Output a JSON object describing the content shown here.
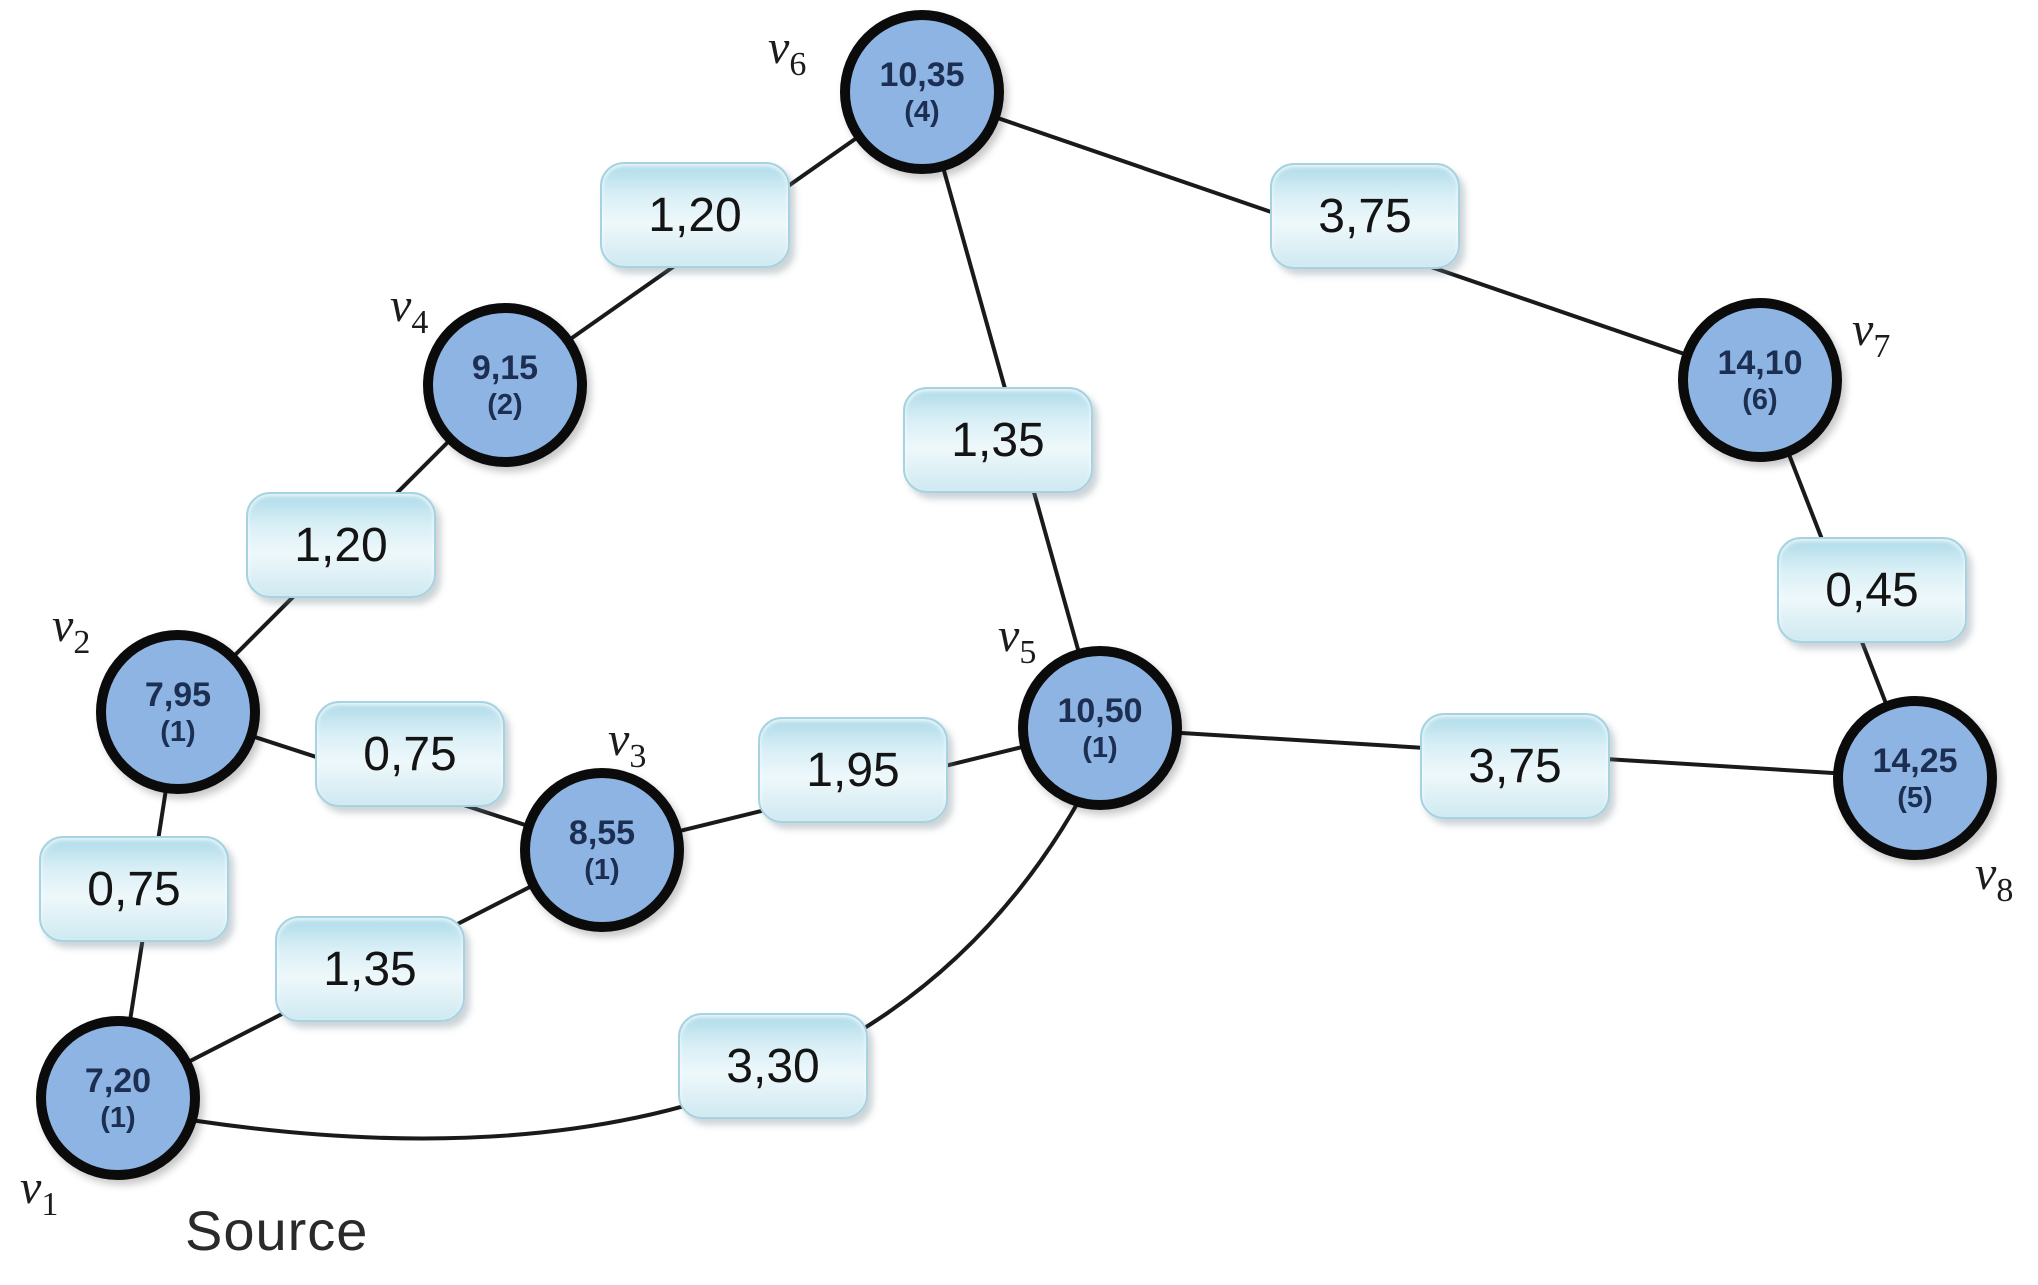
{
  "diagram": {
    "kind": "weighted-undirected-graph",
    "description": "Shortest-path style graph with 8 vertices; each vertex shows a value and a visit order, edges show weights"
  },
  "colors": {
    "node_fill": "#8db4e2",
    "node_border": "#0b0b0b",
    "node_text": "#1c2f52",
    "edge_label_fill": "#d8eff6",
    "edge_label_border": "#a6d3e1",
    "edge_line": "#1a1a1a",
    "background": "#ffffff"
  },
  "graph": {
    "nodes": [
      {
        "id": "v1",
        "label_base": "v",
        "label_sub": "1",
        "value": "7,20",
        "order": "(1)"
      },
      {
        "id": "v2",
        "label_base": "v",
        "label_sub": "2",
        "value": "7,95",
        "order": "(1)"
      },
      {
        "id": "v3",
        "label_base": "v",
        "label_sub": "3",
        "value": "8,55",
        "order": "(1)"
      },
      {
        "id": "v4",
        "label_base": "v",
        "label_sub": "4",
        "value": "9,15",
        "order": "(2)"
      },
      {
        "id": "v5",
        "label_base": "v",
        "label_sub": "5",
        "value": "10,50",
        "order": "(1)"
      },
      {
        "id": "v6",
        "label_base": "v",
        "label_sub": "6",
        "value": "10,35",
        "order": "(4)"
      },
      {
        "id": "v7",
        "label_base": "v",
        "label_sub": "7",
        "value": "14,10",
        "order": "(6)"
      },
      {
        "id": "v8",
        "label_base": "v",
        "label_sub": "8",
        "value": "14,25",
        "order": "(5)"
      }
    ],
    "edges": [
      {
        "from": "v1",
        "to": "v2",
        "weight": "0,75"
      },
      {
        "from": "v1",
        "to": "v3",
        "weight": "1,35"
      },
      {
        "from": "v1",
        "to": "v5",
        "weight": "3,30"
      },
      {
        "from": "v2",
        "to": "v3",
        "weight": "0,75"
      },
      {
        "from": "v2",
        "to": "v4",
        "weight": "1,20"
      },
      {
        "from": "v4",
        "to": "v6",
        "weight": "1,20"
      },
      {
        "from": "v6",
        "to": "v5",
        "weight": "1,35"
      },
      {
        "from": "v6",
        "to": "v7",
        "weight": "3,75"
      },
      {
        "from": "v3",
        "to": "v5",
        "weight": "1,95"
      },
      {
        "from": "v5",
        "to": "v8",
        "weight": "3,75"
      },
      {
        "from": "v7",
        "to": "v8",
        "weight": "0,45"
      }
    ]
  },
  "annotations": {
    "source_label": "Source"
  }
}
